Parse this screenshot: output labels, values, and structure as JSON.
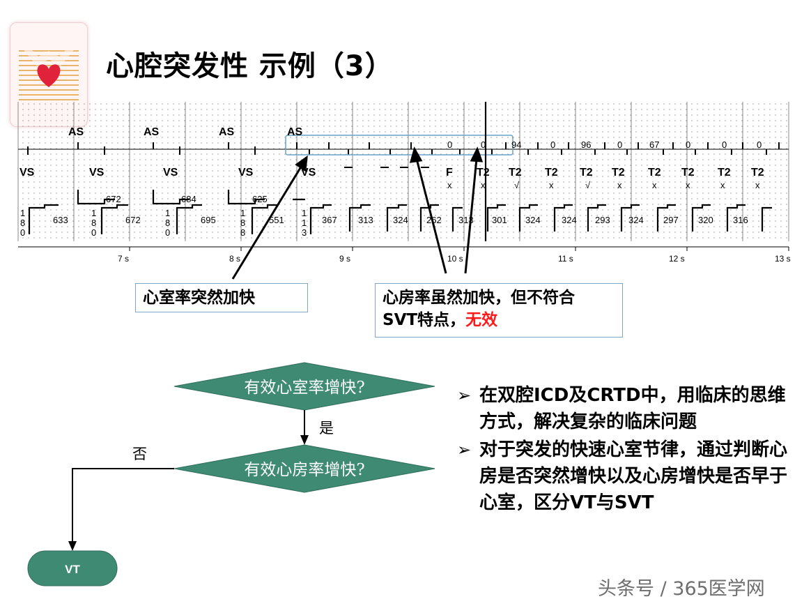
{
  "title": "心腔突发性 示例（3）",
  "egm": {
    "as_markers": [
      "AS",
      "AS",
      "AS",
      "AS"
    ],
    "vs_markers": [
      "VS",
      "VS",
      "VS",
      "VS",
      "VS"
    ],
    "atrial_intervals": [
      "0",
      "0",
      "94",
      "0",
      "96",
      "0",
      "67",
      "0",
      "0",
      "0"
    ],
    "t2_markers": [
      "F",
      "T2",
      "T2",
      "T2",
      "T2",
      "T2",
      "T2",
      "T2",
      "T2",
      "T2"
    ],
    "t2_symbols": [
      "x",
      "x",
      "√",
      "x",
      "√",
      "x",
      "x",
      "x",
      "x",
      "x"
    ],
    "upper_intervals": [
      "672",
      "684",
      "625"
    ],
    "rv_intervals": [
      "633",
      "672",
      "695",
      "551",
      "367",
      "313",
      "324",
      "262",
      "313",
      "301",
      "324",
      "324",
      "293",
      "324",
      "297",
      "320",
      "316"
    ],
    "stack_labels": [
      [
        "1",
        "8",
        "0"
      ],
      [
        "1",
        "8",
        "0"
      ],
      [
        "1",
        "8",
        "0"
      ],
      [
        "1",
        "8",
        "8"
      ],
      [
        "1",
        "1",
        "3"
      ]
    ],
    "time_ticks": [
      "7 s",
      "8 s",
      "9 s",
      "10 s",
      "11 s",
      "12 s",
      "13 s"
    ]
  },
  "callouts": {
    "left": "心室率突然加快",
    "right_line1": "心房率虽然加快，但不符合",
    "right_line2": "SVT特点，",
    "right_highlight": "无效"
  },
  "flowchart": {
    "q1": "有效心室率增快?",
    "yes": "是",
    "q2": "有效心房率增快?",
    "no": "否",
    "result": "VT"
  },
  "bullets": [
    "在双腔ICD及CRTD中，用临床的思维方式，解决复杂的临床问题",
    "对于突发的快速心室节律，通过判断心房是否突然增快以及心房增快是否早于心室，区分VT与SVT"
  ],
  "watermark": "头条号 / 365医学网",
  "colors": {
    "flow_fill": "#3f8a73",
    "highlight_red": "#ff1a1a",
    "callout_border": "#7fa7c9"
  }
}
